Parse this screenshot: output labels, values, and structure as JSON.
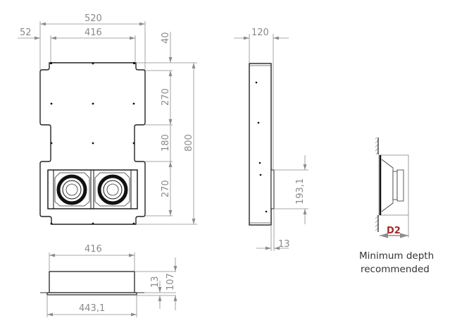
{
  "front_view": {
    "dimensions": {
      "overall_width": "520",
      "inner_width": "416",
      "flange_offset": "52",
      "top_offset": "40",
      "segment_top": "270",
      "segment_middle": "180",
      "segment_bottom": "270",
      "overall_height": "800"
    }
  },
  "side_view": {
    "dimensions": {
      "depth": "120",
      "speaker_height": "193,1",
      "flange_thickness": "13"
    }
  },
  "bottom_view": {
    "dimensions": {
      "inner_width": "416",
      "flange_width": "443,1",
      "flange_thickness": "13",
      "total_depth": "107"
    }
  },
  "detail_view": {
    "depth_label": "D2",
    "caption_line1": "Minimum depth",
    "caption_line2": "recommended",
    "accent_color": "#a52a2a"
  }
}
